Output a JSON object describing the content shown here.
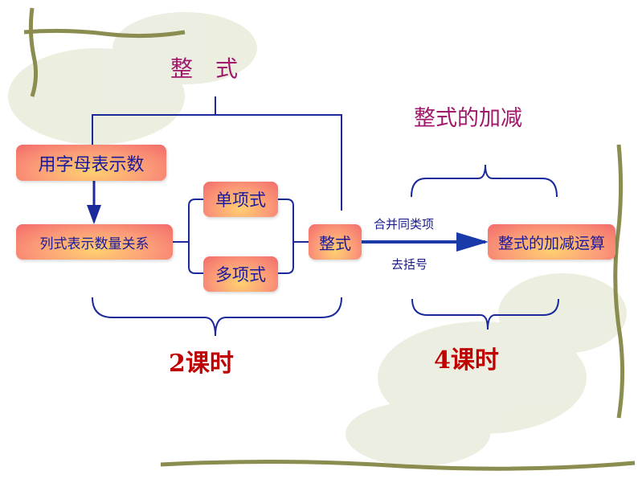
{
  "titles": {
    "left": "整　式",
    "right": "整式的加减"
  },
  "boxes": {
    "letters": "用字母表示数",
    "expressions": "列式表示数量关系",
    "monomial": "单项式",
    "polynomial": "多项式",
    "integral": "整式",
    "add_sub": "整式的加减运算"
  },
  "arrow_labels": {
    "above": "合并同类项",
    "below": "去括号"
  },
  "hours": {
    "left": "2课时",
    "right": "4课时"
  },
  "colors": {
    "line": "#1a2a9a",
    "title": "#a0186c",
    "hours": "#c00000"
  }
}
